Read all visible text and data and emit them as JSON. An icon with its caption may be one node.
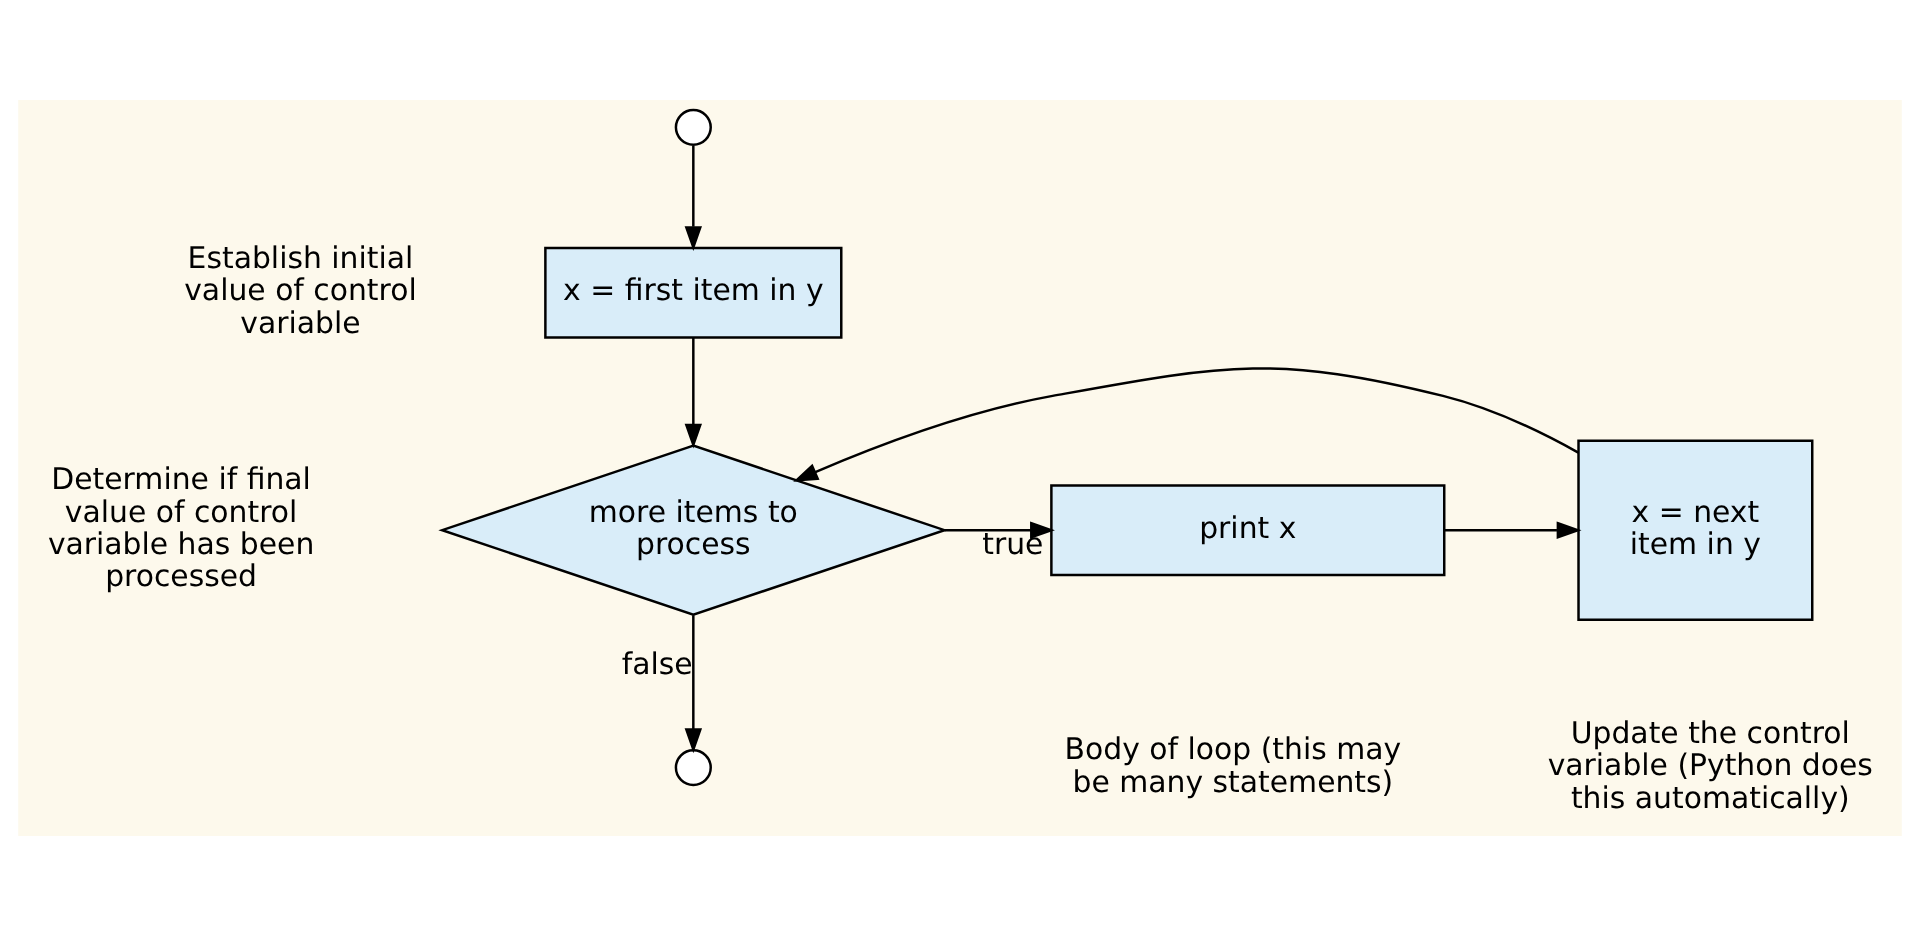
{
  "diagram": {
    "nodes": [
      {
        "text": [],
        "shape": "circle"
      },
      {
        "text": [
          "x = first item in y"
        ]
      },
      {
        "text": [
          "more items to process"
        ]
      },
      {
        "text": [
          "print x"
        ]
      },
      {
        "text": [
          "x = next item in y"
        ]
      },
      {
        "text": [],
        "shape": "circle"
      }
    ],
    "edges": [
      {
        "from": 0,
        "to": 1,
        "arrow": "to"
      },
      {
        "from": 1,
        "to": 2,
        "arrow": "to"
      },
      {
        "from": 2,
        "to": 3,
        "arrow": "to",
        "label": "true"
      },
      {
        "from": 3,
        "to": 4,
        "arrow": "to"
      },
      {
        "from": 4,
        "to": 2,
        "arrow": "to"
      },
      {
        "from": 2,
        "to": 5,
        "arrow": "to",
        "label": "false"
      }
    ],
    "labels": [
      "Establish initial value of control variable",
      "Determine if final value of control variable has been processed",
      "Body of loop (this may be many statements)",
      "Update the control variable (Python does this automatically)"
    ]
  }
}
